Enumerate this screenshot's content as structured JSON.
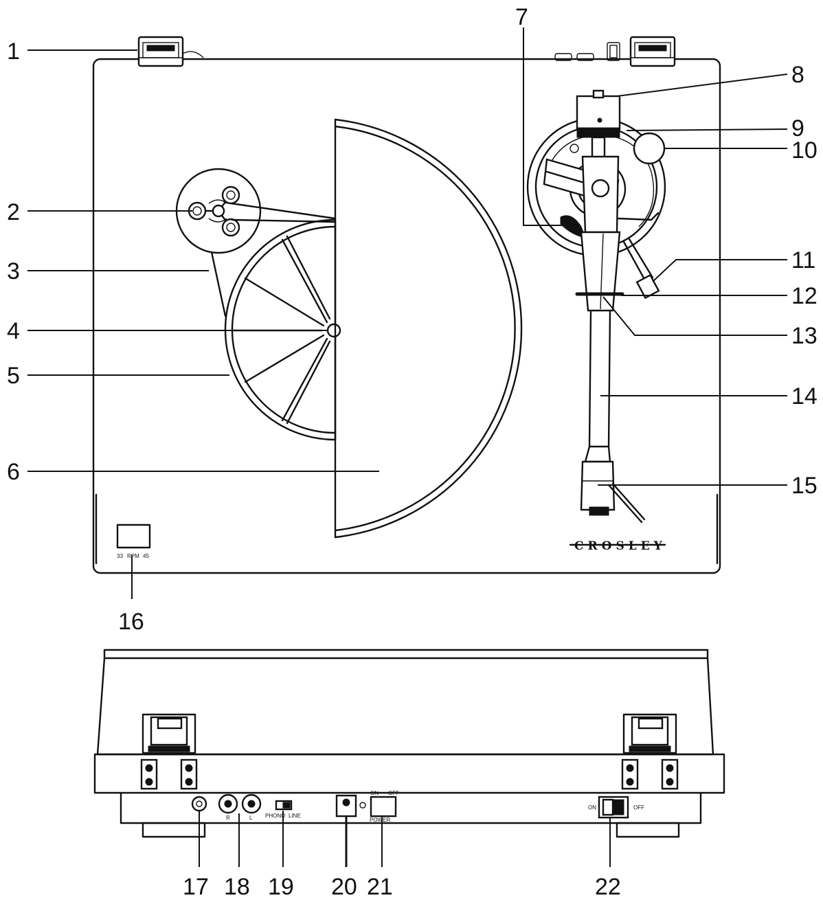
{
  "brand": "CROSLEY",
  "speed_selector": {
    "left": "33",
    "mid": "RPM",
    "right": "45"
  },
  "rear_labels": {
    "jack_r": "R",
    "jack_l": "L",
    "switch_left": "PHONO",
    "switch_right": "LINE",
    "power_on": "ON",
    "power_off": "OFF",
    "switch21_label": "POWER",
    "main_on": "ON",
    "main_off": "OFF"
  },
  "callouts": [
    "1",
    "2",
    "3",
    "4",
    "5",
    "6",
    "7",
    "8",
    "9",
    "10",
    "11",
    "12",
    "13",
    "14",
    "15",
    "16",
    "17",
    "18",
    "19",
    "20",
    "21",
    "22"
  ]
}
